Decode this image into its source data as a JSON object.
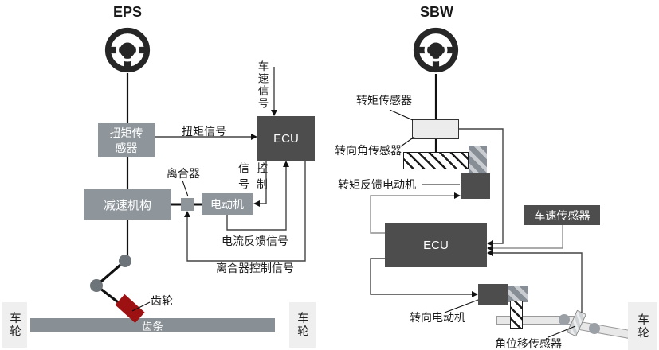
{
  "eps": {
    "title": "EPS",
    "speed_signal": "车速信号",
    "torque_sensor_line1": "扭矩传",
    "torque_sensor_line2": "感器",
    "torque_signal": "扭矩信号",
    "ecu": "ECU",
    "clutch": "离合器",
    "reducer": "减速机构",
    "motor": "电动机",
    "control_signal": "信号控制",
    "current_feedback_signal": "电流反馈信号",
    "clutch_control_signal": "离合器控制信号",
    "gear": "齿轮",
    "rack": "齿条",
    "wheel_left": "车轮",
    "wheel_right": "车轮"
  },
  "sbw": {
    "title": "SBW",
    "torque_sensor": "转矩传感器",
    "steering_angle_sensor": "转向角传感器",
    "torque_feedback_motor": "转矩反馈电动机",
    "speed_sensor": "车速传感器",
    "ecu": "ECU",
    "steering_motor": "转向电动机",
    "angular_displacement_sensor": "角位移传感器",
    "wheel": "车轮"
  },
  "colors": {
    "gray_box": "#8e959b",
    "dark_box": "#4d4d4d",
    "light_box": "#efefef",
    "gear_red": "#9e1112",
    "joint_gray": "#6d747a",
    "signal_line": "#444444",
    "gray_line": "#8f8f8f"
  }
}
